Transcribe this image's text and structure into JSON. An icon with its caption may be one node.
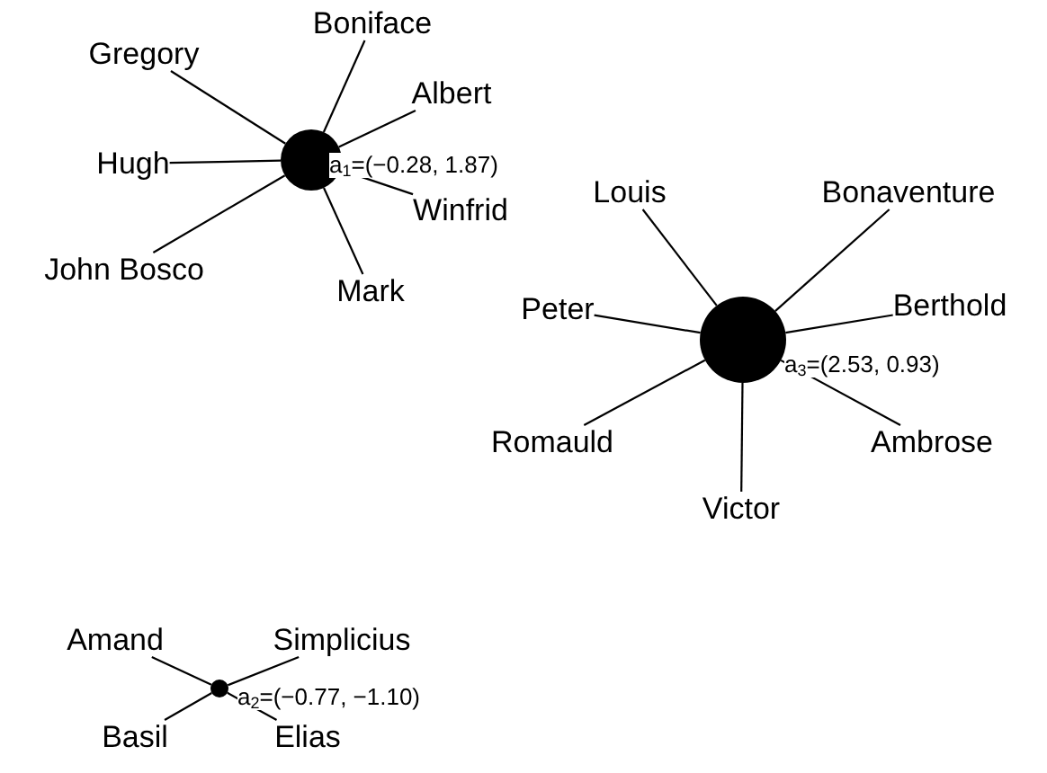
{
  "diagram": {
    "nodes": [
      {
        "text": [],
        "shape": "circle",
        "beside": [
          "a$_{1}$=(−0.28, 1.87)"
        ]
      },
      {
        "text": [
          "Boniface"
        ]
      },
      {
        "text": [
          "Gregory"
        ]
      },
      {
        "text": [
          "Albert"
        ]
      },
      {
        "text": [
          "Hugh"
        ]
      },
      {
        "text": [
          "Winfrid"
        ]
      },
      {
        "text": [
          "John Bosco"
        ]
      },
      {
        "text": [
          "Mark"
        ]
      },
      {
        "text": [],
        "shape": "circle",
        "beside": [
          "a$_{3}$=(2.53, 0.93)"
        ]
      },
      {
        "text": [
          "Louis"
        ]
      },
      {
        "text": [
          "Bonaventure"
        ]
      },
      {
        "text": [
          "Peter"
        ]
      },
      {
        "text": [
          "Berthold"
        ]
      },
      {
        "text": [
          "Romauld"
        ]
      },
      {
        "text": [
          "Ambrose"
        ]
      },
      {
        "text": [
          "Victor"
        ]
      },
      {
        "text": [],
        "shape": "circle",
        "beside": [
          "a$_{2}$=(−0.77, −1.10)"
        ]
      },
      {
        "text": [
          "Amand"
        ]
      },
      {
        "text": [
          "Simplicius"
        ]
      },
      {
        "text": [
          "Basil"
        ]
      },
      {
        "text": [
          "Elias"
        ]
      }
    ],
    "edges": [
      {
        "from": 0,
        "to": 1,
        "arrow": "none"
      },
      {
        "from": 0,
        "to": 2,
        "arrow": "none"
      },
      {
        "from": 0,
        "to": 3,
        "arrow": "none"
      },
      {
        "from": 0,
        "to": 4,
        "arrow": "none"
      },
      {
        "from": 0,
        "to": 5,
        "arrow": "none"
      },
      {
        "from": 0,
        "to": 6,
        "arrow": "none"
      },
      {
        "from": 0,
        "to": 7,
        "arrow": "none"
      },
      {
        "from": 8,
        "to": 9,
        "arrow": "none"
      },
      {
        "from": 8,
        "to": 10,
        "arrow": "none"
      },
      {
        "from": 8,
        "to": 11,
        "arrow": "none"
      },
      {
        "from": 8,
        "to": 12,
        "arrow": "none"
      },
      {
        "from": 8,
        "to": 13,
        "arrow": "none"
      },
      {
        "from": 8,
        "to": 14,
        "arrow": "none"
      },
      {
        "from": 8,
        "to": 15,
        "arrow": "none"
      },
      {
        "from": 16,
        "to": 17,
        "arrow": "none"
      },
      {
        "from": 16,
        "to": 18,
        "arrow": "none"
      },
      {
        "from": 16,
        "to": 19,
        "arrow": "none"
      },
      {
        "from": 16,
        "to": 20,
        "arrow": "none"
      }
    ]
  }
}
